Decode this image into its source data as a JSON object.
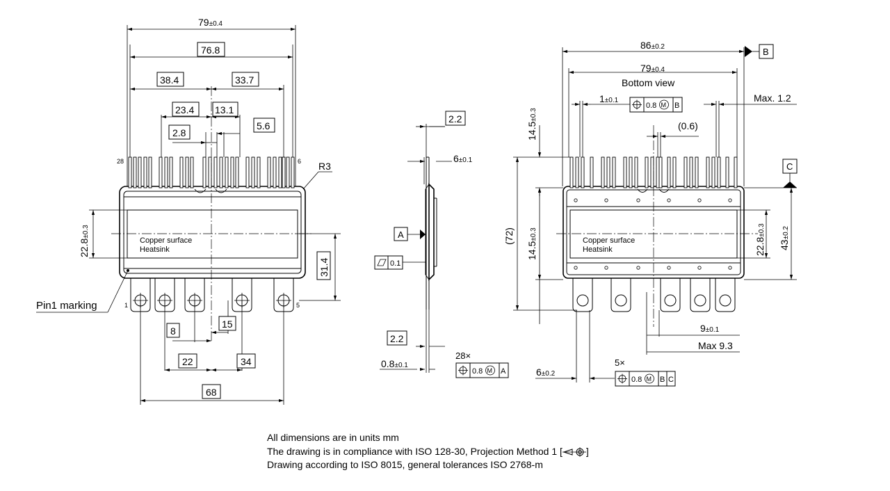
{
  "front_view": {
    "dims": {
      "total_width": "79",
      "total_width_tol": "±0.4",
      "basic_width": "76.8",
      "left_span": "38.4",
      "right_span": "33.7",
      "d23_4": "23.4",
      "d13_1": "13.1",
      "d2_8": "2.8",
      "d5_6": "5.6",
      "height": "22.8",
      "height_tol": "±0.3",
      "tab_height": "31.4",
      "radius": "R3",
      "d8": "8",
      "d15": "15",
      "d22": "22",
      "d34": "34",
      "d68": "68"
    },
    "pin_labels": {
      "top_left": "28",
      "top_right": "6",
      "bottom_left": "1",
      "bottom_right": "5"
    },
    "surface_lines": [
      "Copper surface",
      "Heatsink"
    ],
    "pin1": "Pin1 marking"
  },
  "side_view": {
    "dims": {
      "d2_2_top": "2.2",
      "d6": "6",
      "d6_tol": "±0.1",
      "datum": "A",
      "flatness": "0.1",
      "d2_2_bottom": "2.2",
      "d0_8": "0.8",
      "d0_8_tol": "±0.1",
      "pin_count": "28×"
    },
    "position_frame": [
      "0.8",
      "M",
      "A"
    ]
  },
  "bottom_view": {
    "title": "Bottom view",
    "dims": {
      "d86": "86",
      "d86_tol": "±0.2",
      "datum_b": "B",
      "d79": "79",
      "d79_tol": "±0.4",
      "d1": "1",
      "d1_tol": "±0.1",
      "max12": "Max. 1.2",
      "d06": "(0.6)",
      "datum_c": "C",
      "d14_5_top": "14.5",
      "d14_5_top_tol": "±0.3",
      "d72": "(72)",
      "d14_5_mid": "14.5",
      "d14_5_mid_tol": "±0.3",
      "d22_8": "22.8",
      "d22_8_tol": "±0.3",
      "d43": "43",
      "d43_tol": "±0.2",
      "d9": "9",
      "d9_tol": "±0.1",
      "max93": "Max 9.3",
      "d6": "6",
      "d6_tol": "±0.2",
      "tab_count": "5×"
    },
    "pin_frame": [
      "0.8",
      "M",
      "B"
    ],
    "tab_frame": [
      "0.8",
      "M",
      "B",
      "C"
    ],
    "surface_lines": [
      "Copper surface",
      "Heatsink"
    ]
  },
  "notes": [
    "All dimensions are in units mm",
    "The drawing is in compliance with ISO 128-30, Projection Method 1 [",
    "]",
    "Drawing according to ISO 8015, general tolerances ISO 2768-m"
  ],
  "icons": [
    "projection-method-1-symbol",
    "position-tolerance-icon",
    "flatness-icon",
    "datum-triangle-icon",
    "maximum-material-icon"
  ]
}
